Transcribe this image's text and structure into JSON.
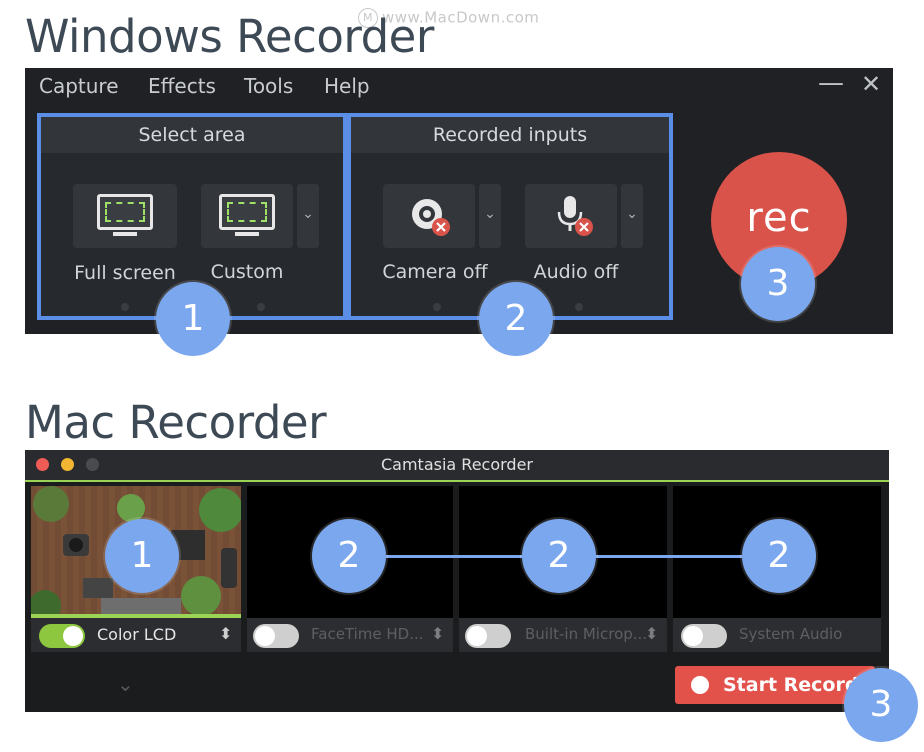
{
  "watermark": {
    "logo": "M",
    "text": "www.MacDown.com"
  },
  "windows": {
    "heading": "Windows Recorder",
    "menu": [
      "Capture",
      "Effects",
      "Tools",
      "Help"
    ],
    "minimize_symbol": "—",
    "close_symbol": "✕",
    "select_area": {
      "header": "Select area",
      "full_screen": "Full screen",
      "custom": "Custom"
    },
    "recorded_inputs": {
      "header": "Recorded inputs",
      "camera": "Camera off",
      "audio": "Audio off"
    },
    "rec_label": "rec",
    "dropdown_symbol": "⌄"
  },
  "mac": {
    "heading": "Mac Recorder",
    "window_title": "Camtasia Recorder",
    "sources": [
      {
        "label": "Color LCD",
        "enabled": true
      },
      {
        "label": "FaceTime HD...",
        "enabled": false
      },
      {
        "label": "Built-in Microp...",
        "enabled": false
      },
      {
        "label": "System Audio",
        "enabled": false
      }
    ],
    "stepper_symbol": "⬍",
    "expand_symbol": "⌄",
    "start_button": "Start Recording"
  },
  "badges": {
    "one": "1",
    "two": "2",
    "three": "3"
  },
  "colors": {
    "accent_blue": "#5b8ee6",
    "badge_blue": "#7ba7ef",
    "record_red": "#d9534a",
    "toggle_green": "#8dc63f",
    "traffic_red": "#ee5c55",
    "traffic_yellow": "#f2b633",
    "traffic_gray": "#4a4b4e"
  },
  "icons": [
    "monitor-icon",
    "webcam-off-icon",
    "microphone-off-icon",
    "record-dot-icon",
    "chevron-down-icon"
  ]
}
